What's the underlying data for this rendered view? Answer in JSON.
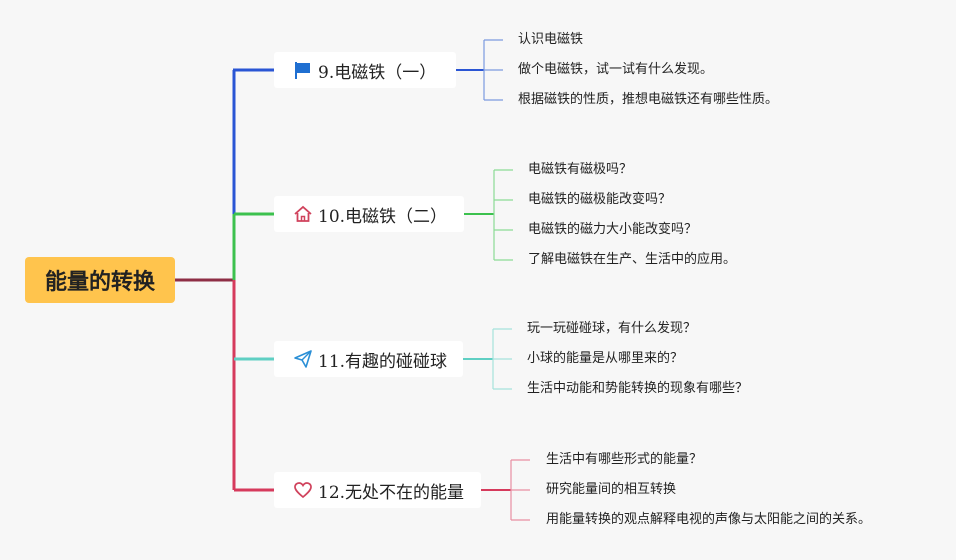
{
  "root": {
    "label": "能量的转换"
  },
  "branches": [
    {
      "title": "9.电磁铁（一）",
      "icon": "flag-icon",
      "color": "#2a55d4",
      "items": [
        "认识电磁铁",
        "做个电磁铁，试一试有什么发现。",
        "根据磁铁的性质，推想电磁铁还有哪些性质。"
      ]
    },
    {
      "title": "10.电磁铁（二）",
      "icon": "home-icon",
      "color": "#3cc14e",
      "items": [
        "电磁铁有磁极吗？",
        "电磁铁的磁极能改变吗？",
        "电磁铁的磁力大小能改变吗？",
        "了解电磁铁在生产、生活中的应用。"
      ]
    },
    {
      "title": "11.有趣的碰碰球",
      "icon": "send-icon",
      "color": "#5fcfc3",
      "items": [
        "玩一玩碰碰球，有什么发现？",
        "小球的能量是从哪里来的？",
        "生活中动能和势能转换的现象有哪些？"
      ]
    },
    {
      "title": "12.无处不在的能量",
      "icon": "heart-icon",
      "color": "#d63a5c",
      "items": [
        "生活中有哪些形式的能量？",
        "研究能量间的相互转换",
        "用能量转换的观点解释电视的声像与太阳能之间的关系。"
      ]
    }
  ]
}
